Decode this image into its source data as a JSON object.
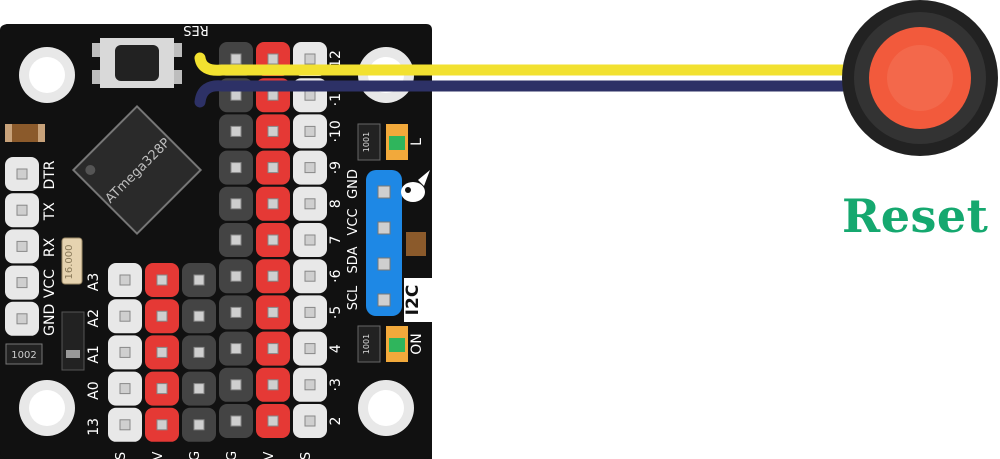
{
  "caption": {
    "reset": "Reset"
  },
  "board": {
    "chip_label": "ATmega328P",
    "reset_pin_label": "RES",
    "crystal_label": "16.000",
    "res_top": "1001",
    "res_bottom": "1001",
    "res_left": "1002",
    "i2c_label": "I2C",
    "i2c_pins": [
      "SCL",
      "SDA",
      "VCC",
      "GND"
    ],
    "led_top": "L",
    "led_bottom": "ON",
    "left_labels": [
      "DTR",
      "TX",
      "RX",
      "VCC",
      "GND"
    ],
    "analog_labels": [
      "A3",
      "A2",
      "A1",
      "A0",
      "13"
    ],
    "digital_labels": [
      "12",
      "·11",
      "·10",
      "·9",
      "8",
      "7",
      "·6",
      "·5",
      "4",
      "·3",
      "2"
    ],
    "bottom_labels": [
      "S",
      "V",
      "G",
      "G",
      "V",
      "S"
    ]
  },
  "colors": {
    "board": "#111111",
    "signal_header": "#e8e8e8",
    "power_header": "#e53935",
    "ground_header": "#444444",
    "i2c_header": "#1e88e5",
    "wire_signal": "#f2e130",
    "wire_ground": "#2d3166",
    "button": "#f25a3c",
    "label": "#15a86f"
  },
  "icons": [
    "mounting-hole-icon",
    "reset-button-icon",
    "chip-icon",
    "led-icon",
    "dfrobot-logo-icon"
  ]
}
